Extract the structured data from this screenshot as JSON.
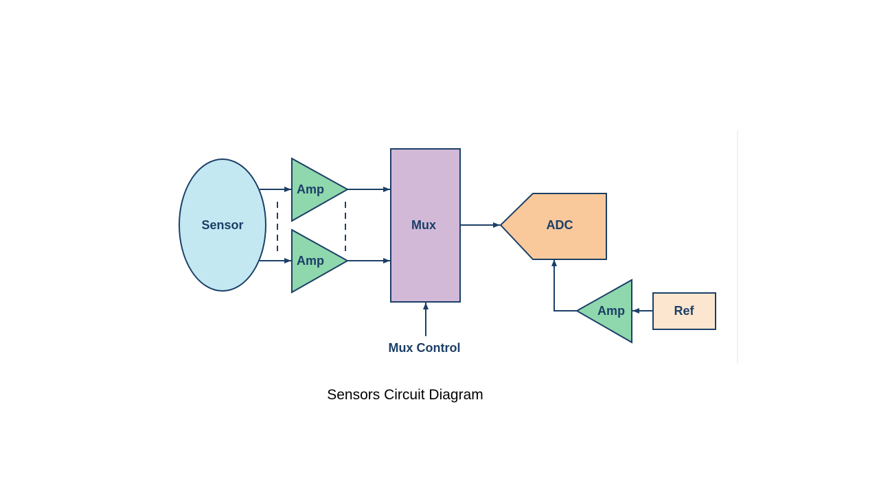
{
  "diagram": {
    "sensor_label": "Sensor",
    "amp_label": "Amp",
    "mux_label": "Mux",
    "adc_label": "ADC",
    "ref_label": "Ref",
    "mux_control_label": "Mux Control"
  },
  "caption": "Sensors Circuit Diagram",
  "colors": {
    "stroke": "#1b3f66",
    "sensor_fill": "#c3e8f2",
    "amp_fill": "#8fd7ad",
    "mux_fill": "#d3b9d8",
    "adc_fill": "#f9c99c",
    "ref_fill": "#fce6d0",
    "label_text": "#1b3f66"
  }
}
